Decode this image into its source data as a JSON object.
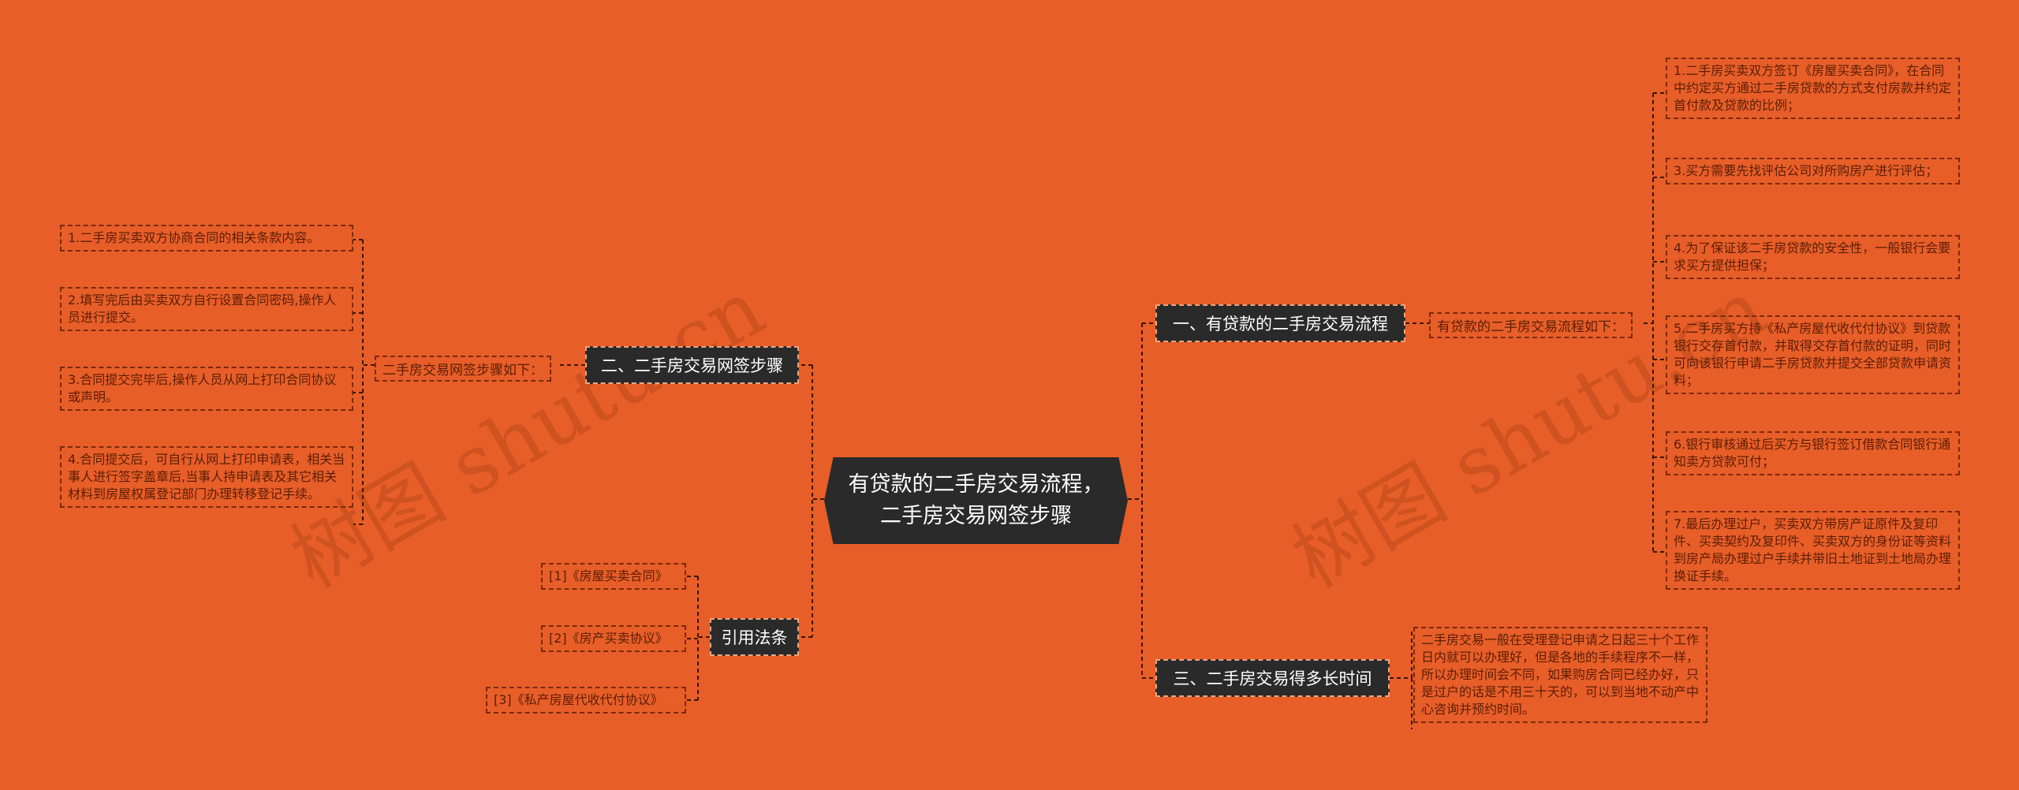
{
  "root": "有贷款的二手房交易流程，二手房交易网签步骤",
  "watermark": [
    "树图 shutu.cn",
    "树图 shutu.cn"
  ],
  "branches": {
    "b1": {
      "title": "一、有贷款的二手房交易流程",
      "label": "有贷款的二手房交易流程如下：",
      "items": [
        "1.二手房买卖双方签订《房屋买卖合同》，在合同中约定买方通过二手房贷款的方式支付房款并约定首付款及贷款的比例；",
        "3.买方需要先找评估公司对所购房产进行评估；",
        "4.为了保证该二手房贷款的安全性，一般银行会要求买方提供担保；",
        "5.二手房买方持《私产房屋代收代付协议》到贷款银行交存首付款，并取得交存首付款的证明，同时可向该银行申请二手房贷款并提交全部贷款申请资料；",
        "6.银行审核通过后买方与银行签订借款合同银行通知卖方贷款可付；",
        "7.最后办理过户，买卖双方带房产证原件及复印件、买卖契约及复印件、买卖双方的身份证等资料到房产局办理过户手续并带旧土地证到土地局办理换证手续。"
      ]
    },
    "b2": {
      "title": "二、二手房交易网签步骤",
      "label": "二手房交易网签步骤如下：",
      "items": [
        "1.二手房买卖双方协商合同的相关条款内容。",
        "2.填写完后由买卖双方自行设置合同密码,操作人员进行提交。",
        "3.合同提交完毕后,操作人员从网上打印合同协议或声明。",
        "4.合同提交后，可自行从网上打印申请表，相关当事人进行签字盖章后,当事人持申请表及其它相关材料到房屋权属登记部门办理转移登记手续。"
      ]
    },
    "b3": {
      "title": "三、二手房交易得多长时间",
      "items": [
        "二手房交易一般在受理登记申请之日起三十个工作日内就可以办理好，但是各地的手续程序不一样，所以办理时间会不同，如果购房合同已经办好，只是过户的话是不用三十天的，可以到当地不动产中心咨询并预约时间。"
      ]
    },
    "b4": {
      "title": "引用法条",
      "items": [
        "[1]《房屋买卖合同》",
        "[2]《房产买卖协议》",
        "[3]《私产房屋代收代付协议》"
      ]
    }
  }
}
